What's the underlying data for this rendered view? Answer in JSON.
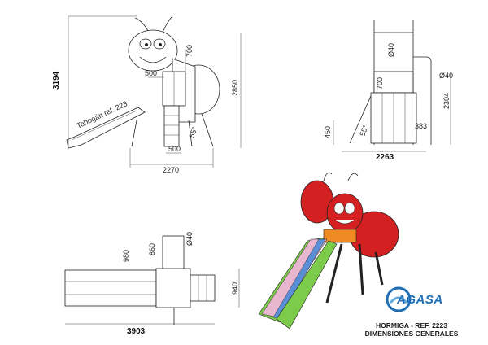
{
  "drawing": {
    "side_view": {
      "slide_label": "Tobogán ref. 223",
      "height_total": "3194",
      "height_platform": "2850",
      "width_total": "2270",
      "width_step": "500",
      "dim_top": "700",
      "dim_inner": "500",
      "angle": "55°"
    },
    "front_view": {
      "tube_dia": "Ø40",
      "height_platform": "2304",
      "width_total": "2263",
      "dim_700": "700",
      "dim_450": "450",
      "dim_383": "383",
      "dia_handle": "Ø40",
      "angle": "55°"
    },
    "top_view": {
      "length_total": "3903",
      "dim_980": "980",
      "dim_860": "860",
      "dim_940": "940",
      "tube_dia": "Ø40"
    }
  },
  "caption": {
    "line1": "HORMIGA - REF. 2223",
    "line2": "DIMENSIONES GENERALES"
  },
  "brand": {
    "name": "AGASA"
  },
  "colors": {
    "ant_red": "#d42020",
    "slide_green": "#7ccb4a",
    "slide_blue": "#5a8fd8",
    "slide_pink": "#e8b7cf",
    "orange": "#f08a24"
  }
}
